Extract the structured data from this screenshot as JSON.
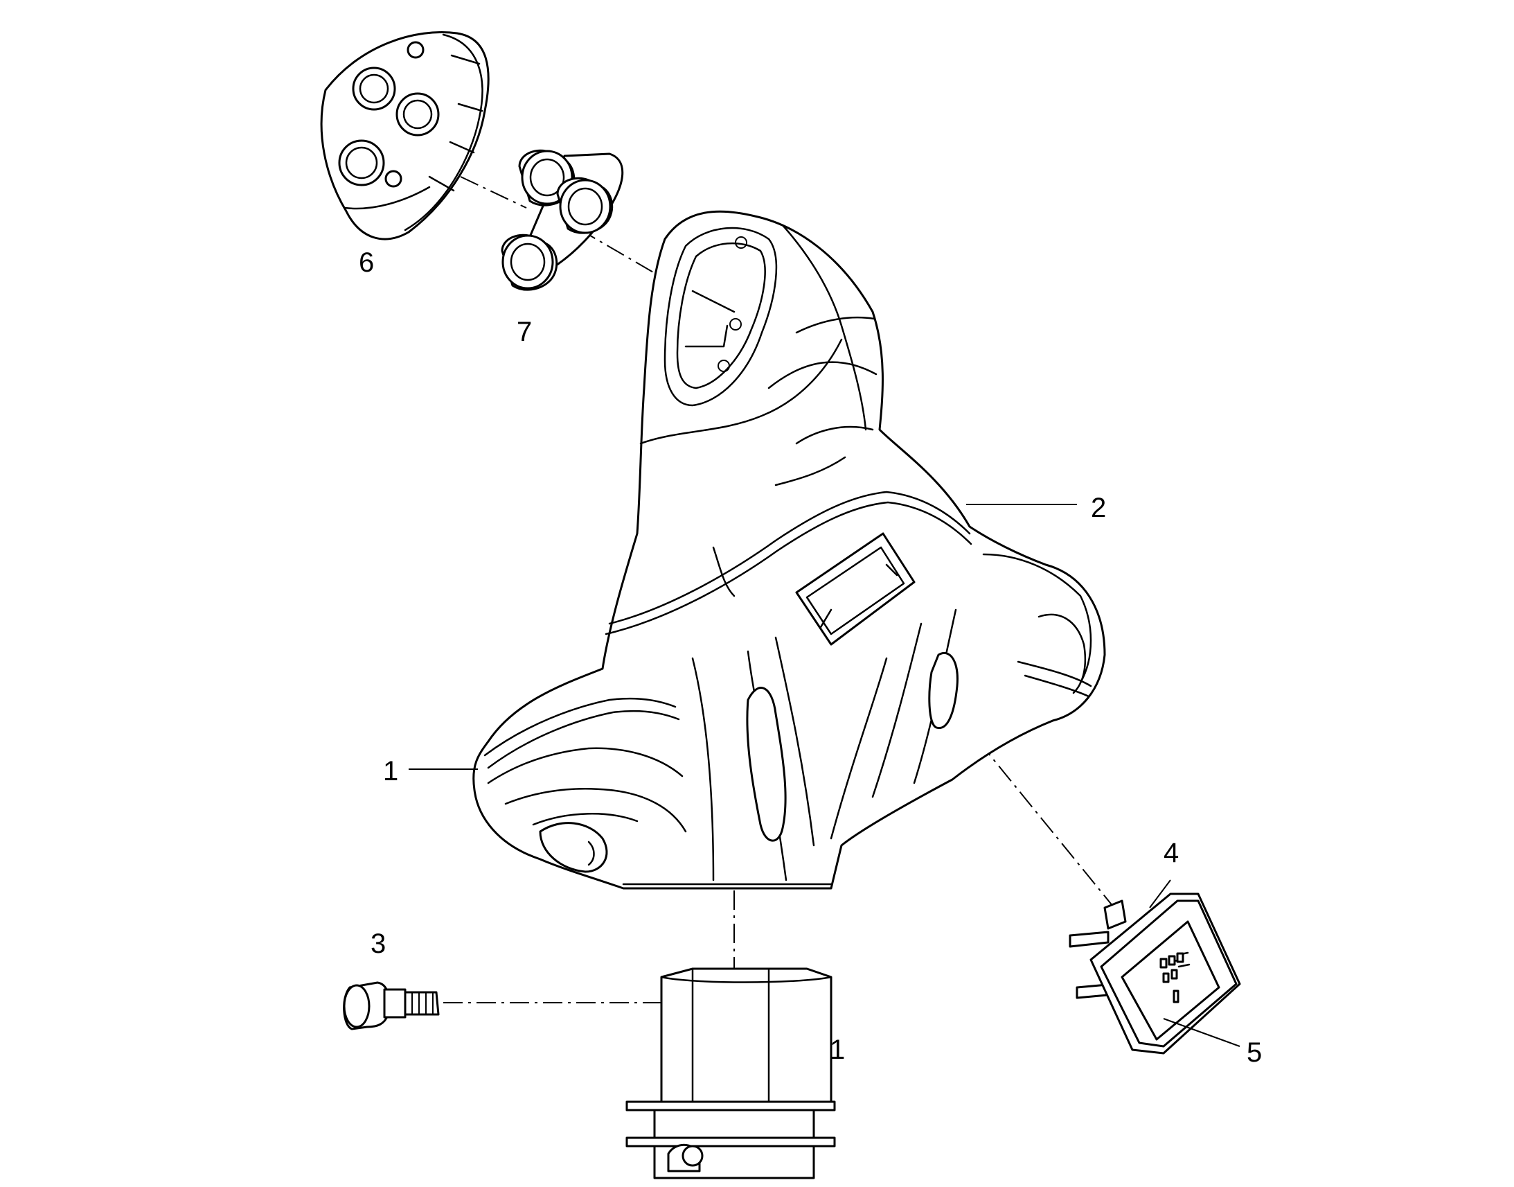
{
  "callouts": {
    "c1_upper": "1",
    "c1_lower": "1",
    "c2": "2",
    "c3": "3",
    "c4": "4",
    "c5": "5",
    "c6": "6",
    "c7": "7"
  }
}
